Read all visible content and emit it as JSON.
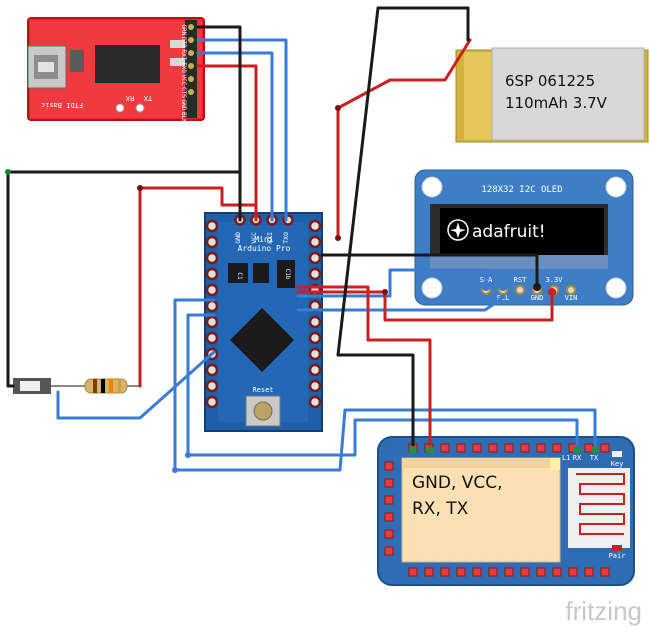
{
  "battery": {
    "line1": "6SP 061225",
    "line2": "110mAh 3.7V"
  },
  "ftdi": {
    "title": "FTDI Basic",
    "rx": "RX",
    "tx": "TX",
    "pins": [
      "BLK",
      "GND",
      "CTS",
      "VCC",
      "TXO",
      "RXI",
      "DTR",
      "GRN"
    ]
  },
  "arduino": {
    "title_mini": "Mini",
    "title_pro": "Arduino Pro",
    "reset": "Reset",
    "top_pins": [
      "GND",
      "VCC",
      "RXI",
      "TXO"
    ],
    "chip_c1": "C1",
    "chip_c2": "C1b"
  },
  "oled": {
    "title": "128X32 I2C OLED",
    "brand": "adafruit!",
    "pin_top": [
      "SDA",
      "RST",
      "3.3V"
    ],
    "pin_bottom": [
      "SCL",
      "GND",
      "VIN"
    ]
  },
  "esp": {
    "label_line1": "GND, VCC,",
    "label_line2": "RX, TX",
    "rx": "RX",
    "tx": "TX",
    "key": "Key",
    "pair": "Pair",
    "led": "L1"
  },
  "watermark": "fritzing",
  "colors": {
    "wire_red": "#cc1f1f",
    "wire_black": "#1a1a1a",
    "wire_blue": "#3a7bd5",
    "ftdi_red": "#e8262c",
    "arduino_blue": "#1f5ea8",
    "oled_blue": "#3f7ec4",
    "esp_blue": "#2e6db4",
    "battery_gold": "#e2c24a"
  },
  "icons": [
    "resistor-icon",
    "switch-icon",
    "usb-icon",
    "reset-button-icon",
    "antenna-icon"
  ]
}
